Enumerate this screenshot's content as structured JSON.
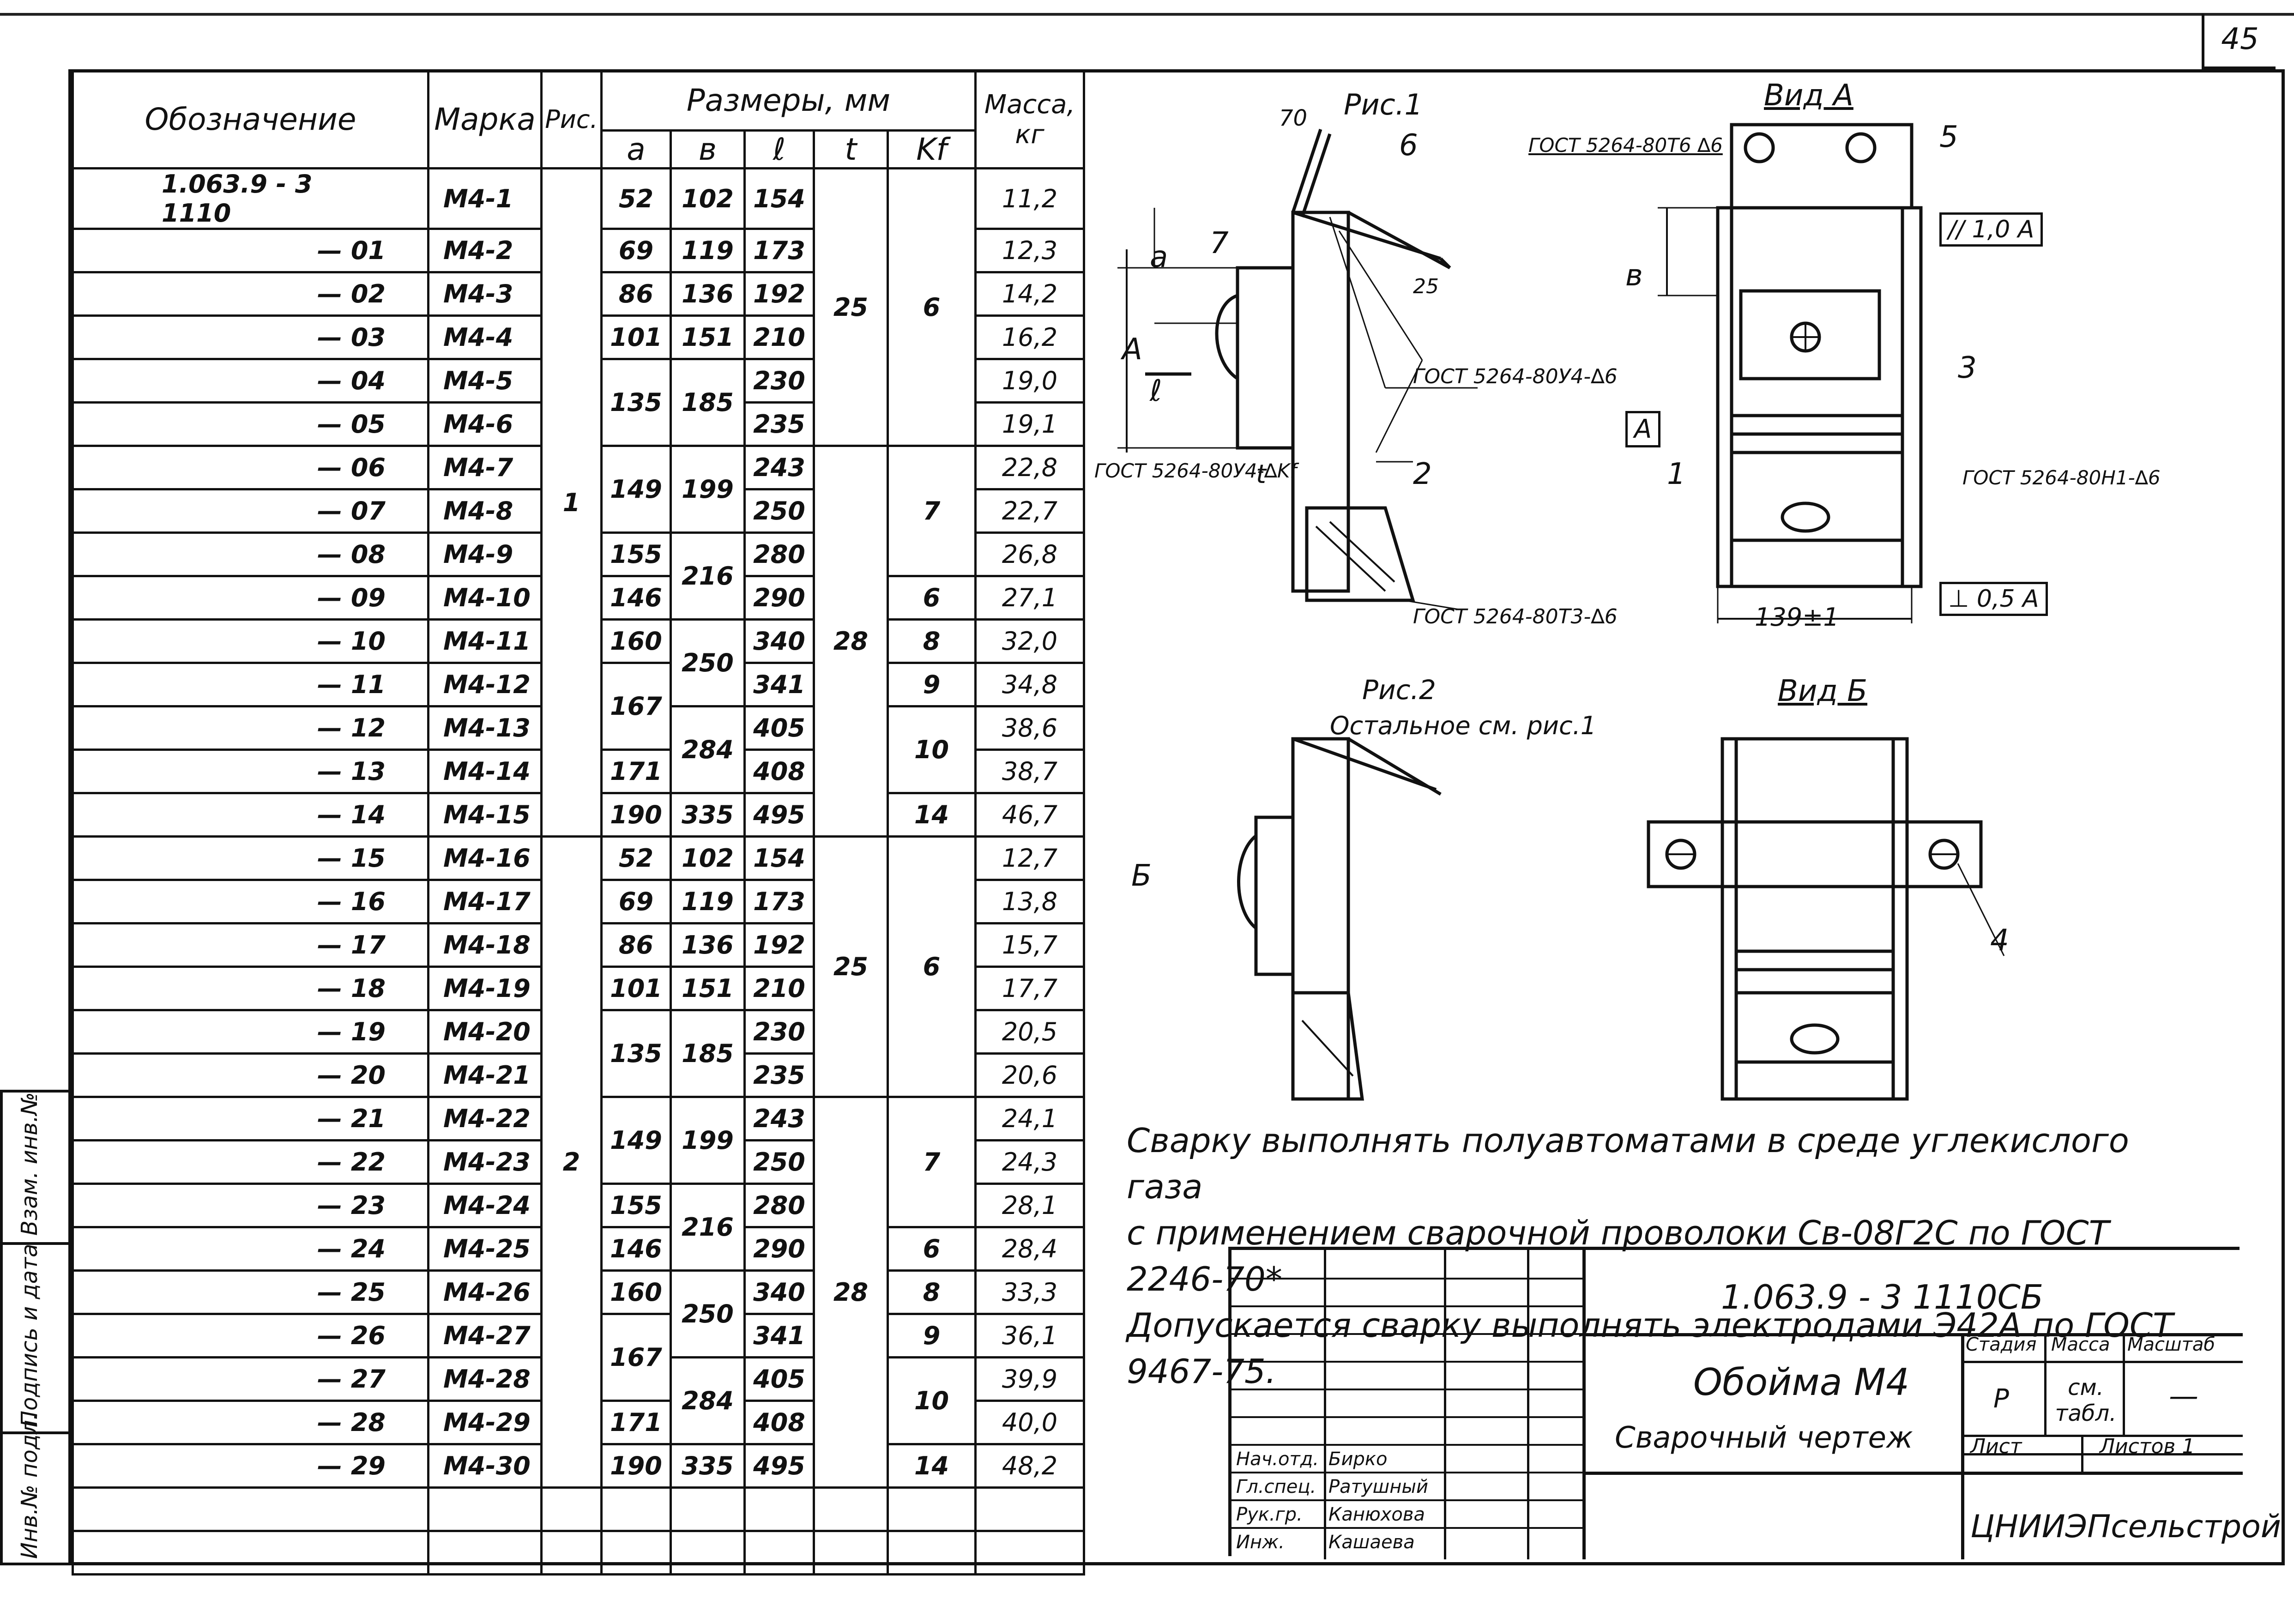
{
  "sheet": {
    "page_number": "45"
  },
  "table": {
    "headers": {
      "designation": "Обозначение",
      "mark": "Марка",
      "fig": "Рис.",
      "dims": "Размеры, мм",
      "a": "a",
      "b": "в",
      "l": "ℓ",
      "t": "t",
      "kf": "Kf",
      "mass": "Масса, кг"
    },
    "rows": [
      {
        "des": "1.063.9 - 3  1110",
        "mark": "М4-1",
        "a": "52",
        "b": "102",
        "l": "154",
        "mass": "11,2"
      },
      {
        "des": "— 01",
        "mark": "М4-2",
        "a": "69",
        "b": "119",
        "l": "173",
        "mass": "12,3"
      },
      {
        "des": "— 02",
        "mark": "М4-3",
        "a": "86",
        "b": "136",
        "l": "192",
        "mass": "14,2"
      },
      {
        "des": "— 03",
        "mark": "М4-4",
        "a": "101",
        "b": "151",
        "l": "210",
        "mass": "16,2"
      },
      {
        "des": "— 04",
        "mark": "М4-5",
        "a": "",
        "b": "",
        "l": "230",
        "mass": "19,0"
      },
      {
        "des": "— 05",
        "mark": "М4-6",
        "a": "",
        "b": "",
        "l": "235",
        "mass": "19,1"
      },
      {
        "des": "— 06",
        "mark": "М4-7",
        "a": "",
        "b": "",
        "l": "243",
        "mass": "22,8"
      },
      {
        "des": "— 07",
        "mark": "М4-8",
        "a": "",
        "b": "",
        "l": "250",
        "mass": "22,7"
      },
      {
        "des": "— 08",
        "mark": "М4-9",
        "a": "155",
        "b": "",
        "l": "280",
        "mass": "26,8"
      },
      {
        "des": "— 09",
        "mark": "М4-10",
        "a": "146",
        "b": "",
        "l": "290",
        "mass": "27,1"
      },
      {
        "des": "— 10",
        "mark": "М4-11",
        "a": "160",
        "b": "",
        "l": "340",
        "mass": "32,0"
      },
      {
        "des": "— 11",
        "mark": "М4-12",
        "a": "",
        "b": "",
        "l": "341",
        "mass": "34,8"
      },
      {
        "des": "— 12",
        "mark": "М4-13",
        "a": "",
        "b": "",
        "l": "405",
        "mass": "38,6"
      },
      {
        "des": "— 13",
        "mark": "М4-14",
        "a": "171",
        "b": "",
        "l": "408",
        "mass": "38,7"
      },
      {
        "des": "— 14",
        "mark": "М4-15",
        "a": "190",
        "b": "335",
        "l": "495",
        "mass": "46,7"
      },
      {
        "des": "— 15",
        "mark": "М4-16",
        "a": "52",
        "b": "102",
        "l": "154",
        "mass": "12,7"
      },
      {
        "des": "— 16",
        "mark": "М4-17",
        "a": "69",
        "b": "119",
        "l": "173",
        "mass": "13,8"
      },
      {
        "des": "— 17",
        "mark": "М4-18",
        "a": "86",
        "b": "136",
        "l": "192",
        "mass": "15,7"
      },
      {
        "des": "— 18",
        "mark": "М4-19",
        "a": "101",
        "b": "151",
        "l": "210",
        "mass": "17,7"
      },
      {
        "des": "— 19",
        "mark": "М4-20",
        "a": "",
        "b": "",
        "l": "230",
        "mass": "20,5"
      },
      {
        "des": "— 20",
        "mark": "М4-21",
        "a": "",
        "b": "",
        "l": "235",
        "mass": "20,6"
      },
      {
        "des": "— 21",
        "mark": "М4-22",
        "a": "",
        "b": "",
        "l": "243",
        "mass": "24,1"
      },
      {
        "des": "— 22",
        "mark": "М4-23",
        "a": "",
        "b": "",
        "l": "250",
        "mass": "24,3"
      },
      {
        "des": "— 23",
        "mark": "М4-24",
        "a": "155",
        "b": "",
        "l": "280",
        "mass": "28,1"
      },
      {
        "des": "— 24",
        "mark": "М4-25",
        "a": "146",
        "b": "",
        "l": "290",
        "mass": "28,4"
      },
      {
        "des": "— 25",
        "mark": "М4-26",
        "a": "160",
        "b": "",
        "l": "340",
        "mass": "33,3"
      },
      {
        "des": "— 26",
        "mark": "М4-27",
        "a": "",
        "b": "",
        "l": "341",
        "mass": "36,1"
      },
      {
        "des": "— 27",
        "mark": "М4-28",
        "a": "",
        "b": "",
        "l": "405",
        "mass": "39,9"
      },
      {
        "des": "— 28",
        "mark": "М4-29",
        "a": "171",
        "b": "",
        "l": "408",
        "mass": "40,0"
      },
      {
        "des": "— 29",
        "mark": "М4-30",
        "a": "190",
        "b": "335",
        "l": "495",
        "mass": "48,2"
      }
    ],
    "merged": {
      "fig1": "1",
      "fig2": "2",
      "a_135": "135",
      "a_149": "149",
      "a_167": "167",
      "b_185": "185",
      "b_199": "199",
      "b_216": "216",
      "b_250": "250",
      "b_284": "284",
      "t_25": "25",
      "t_28": "28",
      "kf_6": "6",
      "kf_7": "7",
      "kf_6b": "6",
      "kf_8": "8",
      "kf_9": "9",
      "kf_10": "10",
      "kf_14": "14"
    }
  },
  "drawings": {
    "fig1": "Рис.1",
    "fig2": "Рис.2",
    "fig2_note": "Остальное см. рис.1",
    "view_a": "Вид А",
    "view_b": "Вид Б",
    "dim_70": "70",
    "dim_25": "25",
    "dim_139": "139±1",
    "dim_a": "a",
    "dim_l": "ℓ",
    "dim_b": "в",
    "dim_t": "t",
    "arrow_a": "А",
    "arrow_b": "Б",
    "datum_a": "А",
    "tol_parallel": "// 1,0 А",
    "tol_perp": "⊥ 0,5 А",
    "weld1": "ГОСТ 5264-80Т6 ∆6",
    "weld2": "ГОСТ 5264-80У4-∆6",
    "weld3": "ГОСТ 5264-80У4-∆Kf",
    "weld4": "ГОСТ 5264-80Т3-∆6",
    "weld5": "ГОСТ 5264-80Н1-∆6",
    "pos": [
      "1",
      "2",
      "3",
      "4",
      "5",
      "6",
      "7"
    ]
  },
  "notes": {
    "line1": "Сварку выполнять полуавтоматами в среде углекислого газа",
    "line2": "с применением сварочной проволоки Св-08Г2С по ГОСТ 2246-70*",
    "line3": "Допускается сварку выполнять электродами Э42А по ГОСТ 9467-75."
  },
  "title_block": {
    "code": "1.063.9 - 3   1110СБ",
    "name": "Обойма М4",
    "subtitle": "Сварочный чертеж",
    "stage_h": "Стадия",
    "mass_h": "Масса",
    "scale_h": "Масштаб",
    "stage": "Р",
    "mass": "см. табл.",
    "scale": "—",
    "sheet_h": "Лист",
    "sheets_h": "Листов 1",
    "org": "ЦНИИЭПсельстрой",
    "roles": [
      {
        "role": "Нач.отд.",
        "name": "Бирко"
      },
      {
        "role": "Гл.спец.",
        "name": "Ратушный"
      },
      {
        "role": "Рук.гр.",
        "name": "Канюхова"
      },
      {
        "role": "Инж.",
        "name": "Кашаева"
      }
    ]
  },
  "strip": {
    "inv_orig": "Инв.№ подл.",
    "sign_date": "Подпись и дата",
    "inv_repl": "Взам. инв.№"
  }
}
